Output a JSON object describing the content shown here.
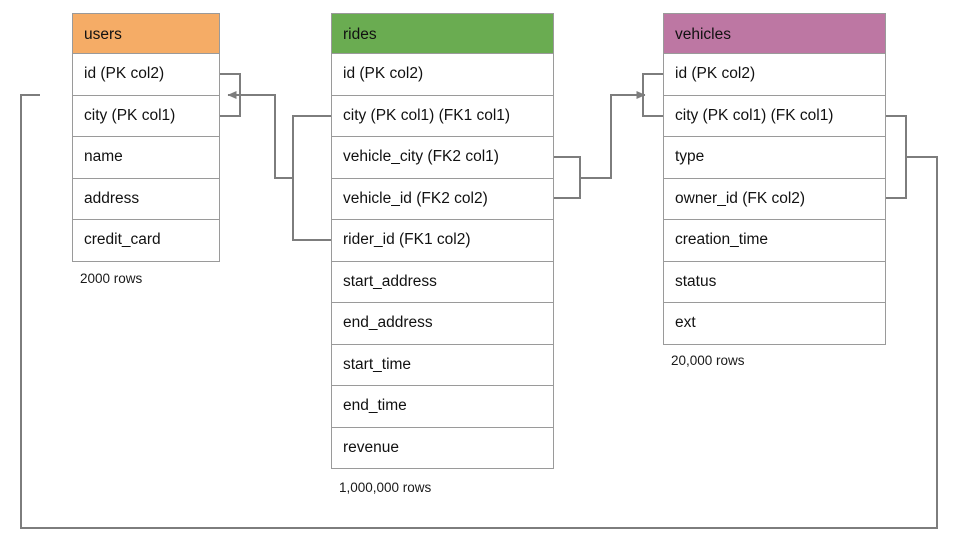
{
  "diagram": {
    "title": "Database schema relationship diagram",
    "type": "entity-relationship",
    "background": "#ffffff",
    "line_color": "#7d7d7d",
    "border_color": "#9a9a9a"
  },
  "tables": [
    {
      "key": "users",
      "name": "users",
      "header_color": "#f5ac66",
      "row_count_label": "2000 rows",
      "columns": [
        {
          "label": "id (PK col2)"
        },
        {
          "label": "city (PK col1)"
        },
        {
          "label": "name"
        },
        {
          "label": "address"
        },
        {
          "label": "credit_card"
        }
      ]
    },
    {
      "key": "rides",
      "name": "rides",
      "header_color": "#6aac51",
      "row_count_label": "1,000,000 rows",
      "columns": [
        {
          "label": "id (PK col2)"
        },
        {
          "label": "city (PK col1) (FK1 col1)"
        },
        {
          "label": "vehicle_city (FK2 col1)"
        },
        {
          "label": "vehicle_id (FK2 col2)"
        },
        {
          "label": "rider_id (FK1 col2)"
        },
        {
          "label": "start_address"
        },
        {
          "label": "end_address"
        },
        {
          "label": "start_time"
        },
        {
          "label": "end_time"
        },
        {
          "label": "revenue"
        }
      ]
    },
    {
      "key": "vehicles",
      "name": "vehicles",
      "header_color": "#bd77a3",
      "row_count_label": "20,000 rows",
      "columns": [
        {
          "label": "id (PK col2)"
        },
        {
          "label": "city (PK col1) (FK col1)"
        },
        {
          "label": "type"
        },
        {
          "label": "owner_id (FK col2)"
        },
        {
          "label": "creation_time"
        },
        {
          "label": "status"
        },
        {
          "label": "ext"
        }
      ]
    }
  ],
  "relationships": [
    {
      "key": "fk1-rides-rider-to-users",
      "from_table": "rides",
      "from_columns": [
        "city (PK col1) (FK1 col1)",
        "rider_id (FK1 col2)"
      ],
      "to_table": "users",
      "to_columns": [
        "id (PK col2)",
        "city (PK col1)"
      ],
      "arrow": "to-users"
    },
    {
      "key": "fk2-rides-vehicle-to-vehicles",
      "from_table": "rides",
      "from_columns": [
        "vehicle_city (FK2 col1)",
        "vehicle_id (FK2 col2)"
      ],
      "to_table": "vehicles",
      "to_columns": [
        "id (PK col2)",
        "city (PK col1) (FK col1)"
      ],
      "arrow": "to-vehicles"
    },
    {
      "key": "fk-vehicles-owner-to-users",
      "from_table": "vehicles",
      "from_columns": [
        "city (PK col1) (FK col1)",
        "owner_id (FK col2)"
      ],
      "to_table": "users",
      "to_columns": [
        "id (PK col2)",
        "city (PK col1)"
      ],
      "arrow": "to-users"
    }
  ]
}
